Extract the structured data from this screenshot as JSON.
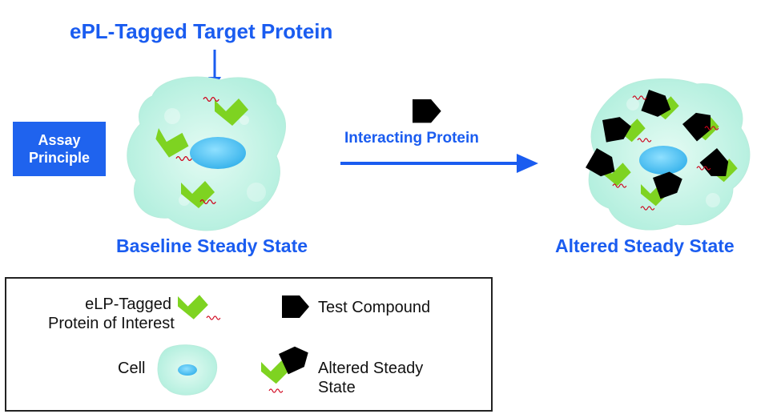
{
  "header": {
    "target_label": "ePL-Tagged Target Protein",
    "assay_line1": "Assay",
    "assay_line2": "Principle"
  },
  "diagram": {
    "interacting_label": "Interacting Protein",
    "baseline_label": "Baseline Steady State",
    "altered_label": "Altered Steady State"
  },
  "legend": {
    "protein_line1": "eLP-Tagged",
    "protein_line2": "Protein of Interest",
    "test_compound": "Test Compound",
    "cell": "Cell",
    "altered_line1": "Altered Steady",
    "altered_line2": "State"
  },
  "colors": {
    "accent_blue": "#1a5cf0",
    "protein_green": "#7ed321",
    "cell_body": "#c8f3e6",
    "nucleus": "#5cc8f2",
    "compound_black": "#000000",
    "tag_red": "#d0021b"
  }
}
